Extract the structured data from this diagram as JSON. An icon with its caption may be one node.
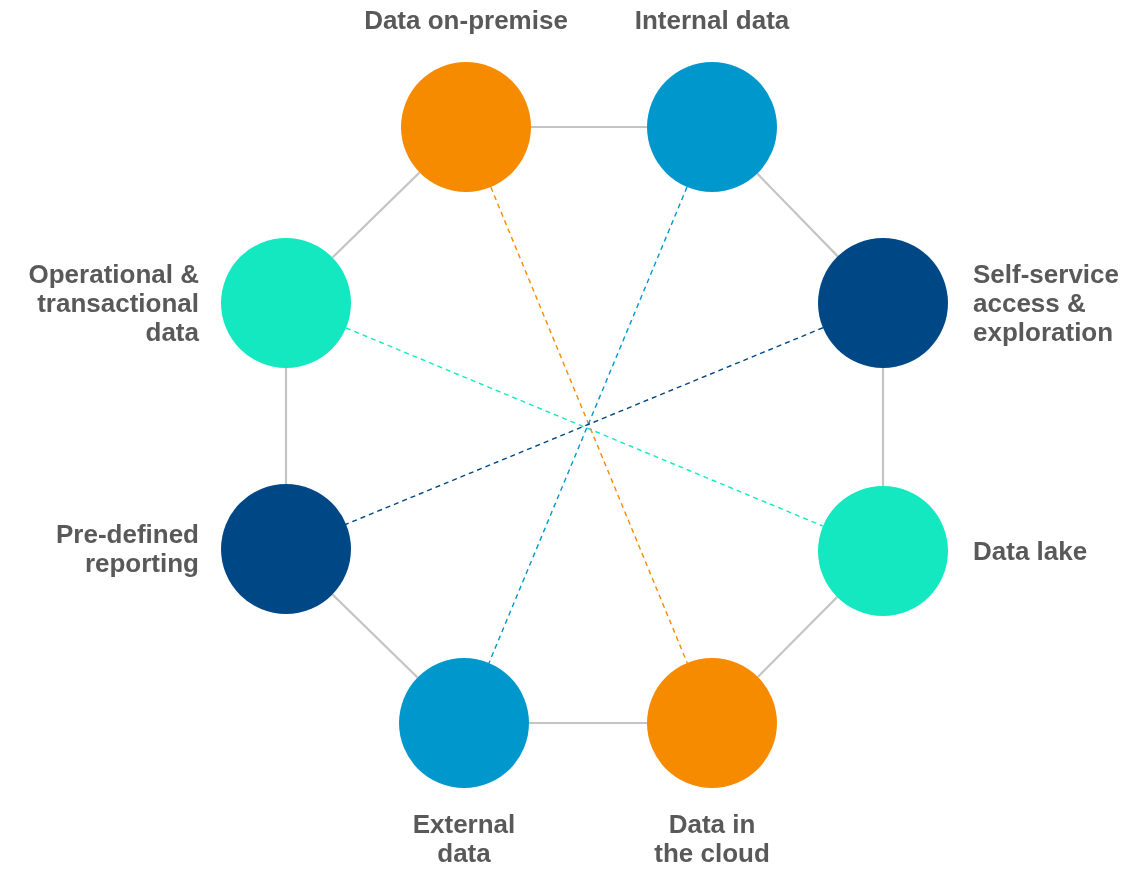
{
  "diagram": {
    "nodes": [
      {
        "text": [
          "Data on-premise"
        ]
      },
      {
        "text": [
          "Internal data"
        ]
      },
      {
        "text": [
          "Self-service access & exploration"
        ]
      },
      {
        "text": [
          "Data lake"
        ]
      },
      {
        "text": [
          "Data in the cloud"
        ]
      },
      {
        "text": [
          "External data"
        ]
      },
      {
        "text": [
          "Pre-defined reporting"
        ]
      },
      {
        "text": [
          "Operational & transactional data"
        ]
      }
    ],
    "edges": [
      {
        "from": 0,
        "to": 1,
        "arrow": "none"
      },
      {
        "from": 1,
        "to": 2,
        "arrow": "none"
      },
      {
        "from": 2,
        "to": 3,
        "arrow": "none"
      },
      {
        "from": 3,
        "to": 4,
        "arrow": "none"
      },
      {
        "from": 4,
        "to": 5,
        "arrow": "none"
      },
      {
        "from": 5,
        "to": 6,
        "arrow": "none"
      },
      {
        "from": 6,
        "to": 7,
        "arrow": "none"
      },
      {
        "from": 7,
        "to": 0,
        "arrow": "none"
      },
      {
        "from": 0,
        "to": 4,
        "arrow": "none",
        "style": "dashed",
        "color": "#f68b00"
      },
      {
        "from": 1,
        "to": 5,
        "arrow": "none",
        "style": "dashed",
        "color": "#0098cc"
      },
      {
        "from": 2,
        "to": 6,
        "arrow": "none",
        "style": "dashed",
        "color": "#004785"
      },
      {
        "from": 7,
        "to": 3,
        "arrow": "none",
        "style": "dashed",
        "color": "#13e8c0"
      }
    ]
  }
}
